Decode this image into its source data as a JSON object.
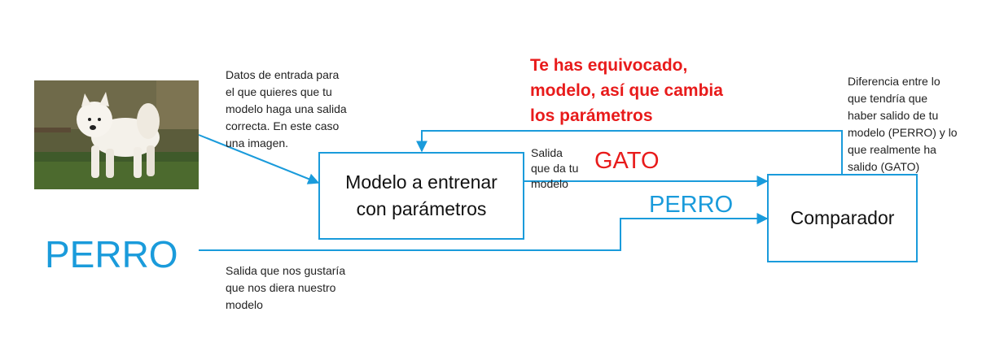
{
  "colors": {
    "accent": "#1a9bdb",
    "alert": "#e81b1b",
    "text": "#111111"
  },
  "input_image": {
    "icon": "samoyed-dog-photo"
  },
  "notes": {
    "input": "Datos de entrada para\nel que quieres que tu\nmodelo haga una salida\ncorrecta. En este caso\nuna imagen.",
    "model_output": "Salida\nque da tu\nmodelo",
    "desired_output": "Salida que nos gustaría\nque nos diera nuestro\nmodelo",
    "difference": "Diferencia entre lo\nque tendría que\nhaber salido de tu\nmodelo (PERRO) y lo\nque realmente ha\nsalido (GATO)"
  },
  "model_box": {
    "label": "Modelo a entrenar\ncon parámetros"
  },
  "comparator_box": {
    "label": "Comparador"
  },
  "labels": {
    "target": "PERRO",
    "predicted": "GATO",
    "target_small": "PERRO"
  },
  "feedback": "Te has equivocado,\nmodelo, así que cambia\nlos parámetros"
}
